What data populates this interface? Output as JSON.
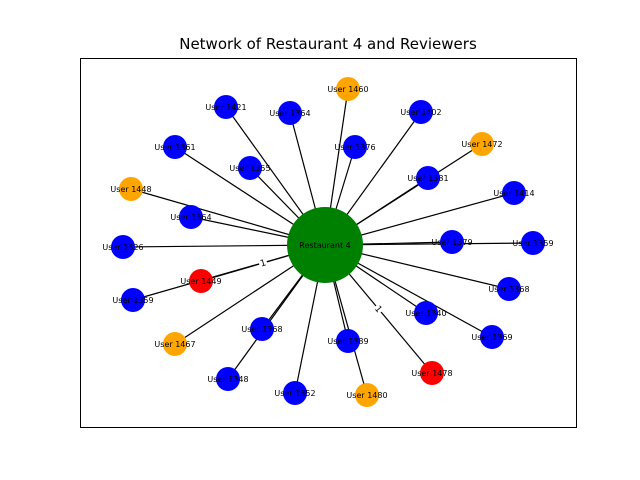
{
  "title": "Network of Restaurant 4 and Reviewers",
  "colors": {
    "hub": "#008000",
    "blue": "#0000ff",
    "orange": "#ffa500",
    "red": "#ff0000",
    "edge": "#000000",
    "frame": "#000000"
  },
  "hub": {
    "label": "Restaurant 4",
    "color": "green"
  },
  "nodes": [
    {
      "label": "User 1421",
      "color": "blue"
    },
    {
      "label": "User 1364",
      "color": "blue"
    },
    {
      "label": "User 1460",
      "color": "orange"
    },
    {
      "label": "User 1402",
      "color": "blue"
    },
    {
      "label": "User 1361",
      "color": "blue"
    },
    {
      "label": "User 1376",
      "color": "blue"
    },
    {
      "label": "User 1472",
      "color": "orange"
    },
    {
      "label": "User 1355",
      "color": "blue"
    },
    {
      "label": "User 1381",
      "color": "blue"
    },
    {
      "label": "User 1448",
      "color": "orange"
    },
    {
      "label": "User 1414",
      "color": "blue"
    },
    {
      "label": "User 1364",
      "color": "blue"
    },
    {
      "label": "User 1326",
      "color": "blue"
    },
    {
      "label": "User 1379",
      "color": "blue"
    },
    {
      "label": "User 1359",
      "color": "blue"
    },
    {
      "label": "User 1449",
      "color": "red"
    },
    {
      "label": "User 1368",
      "color": "blue"
    },
    {
      "label": "User 1359",
      "color": "blue"
    },
    {
      "label": "User 1340",
      "color": "blue"
    },
    {
      "label": "User 1369",
      "color": "blue"
    },
    {
      "label": "User 1467",
      "color": "orange"
    },
    {
      "label": "User 1368",
      "color": "blue"
    },
    {
      "label": "User 1389",
      "color": "blue"
    },
    {
      "label": "User 1478",
      "color": "red"
    },
    {
      "label": "User 1348",
      "color": "blue"
    },
    {
      "label": "User 1352",
      "color": "blue"
    },
    {
      "label": "User 1480",
      "color": "orange"
    }
  ],
  "edge_labels": [
    {
      "to": "User 1449",
      "text": "1"
    },
    {
      "to": "User 1478",
      "text": "1"
    }
  ]
}
